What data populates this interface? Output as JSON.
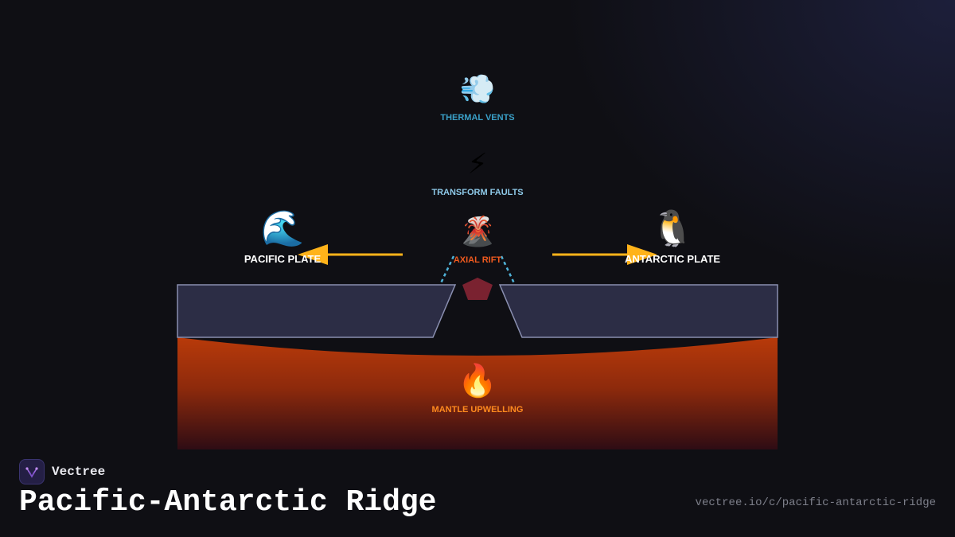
{
  "diagram": {
    "title": "Pacific-Antarctic Ridge",
    "nodes": {
      "thermal_vents": {
        "label": "THERMAL VENTS",
        "icon": "wind-icon",
        "glyph": "💨",
        "color": "#3aa0c8"
      },
      "transform_faults": {
        "label": "TRANSFORM FAULTS",
        "icon": "lightning-icon",
        "glyph": "⚡",
        "color": "#8ec9e8"
      },
      "axial_rift": {
        "label": "AXIAL RIFT",
        "icon": "volcano-icon",
        "glyph": "🌋",
        "color": "#f05a1e"
      },
      "pacific_plate": {
        "label": "PACIFIC PLATE",
        "icon": "wave-icon",
        "glyph": "🌊",
        "color": "#ffffff"
      },
      "antarctic_plate": {
        "label": "ANTARCTIC PLATE",
        "icon": "penguin-icon",
        "glyph": "🐧",
        "color": "#ffffff"
      },
      "mantle_upwelling": {
        "label": "MANTLE UPWELLING",
        "icon": "fire-icon",
        "glyph": "🔥",
        "color": "#ff8a1e"
      }
    },
    "colors": {
      "arrow": "#ffb31a",
      "plate_fill": "#2c2d45",
      "plate_stroke": "#8a8fb0",
      "mantle_top": "#b83a0a",
      "mantle_bottom": "#3a0d12",
      "magma": "#7a2230",
      "rift_lines": "#4fb3d9"
    }
  },
  "brand": {
    "name": "Vectree",
    "logo_icon": "vectree-logo-icon"
  },
  "footer": {
    "url": "vectree.io/c/pacific-antarctic-ridge"
  }
}
